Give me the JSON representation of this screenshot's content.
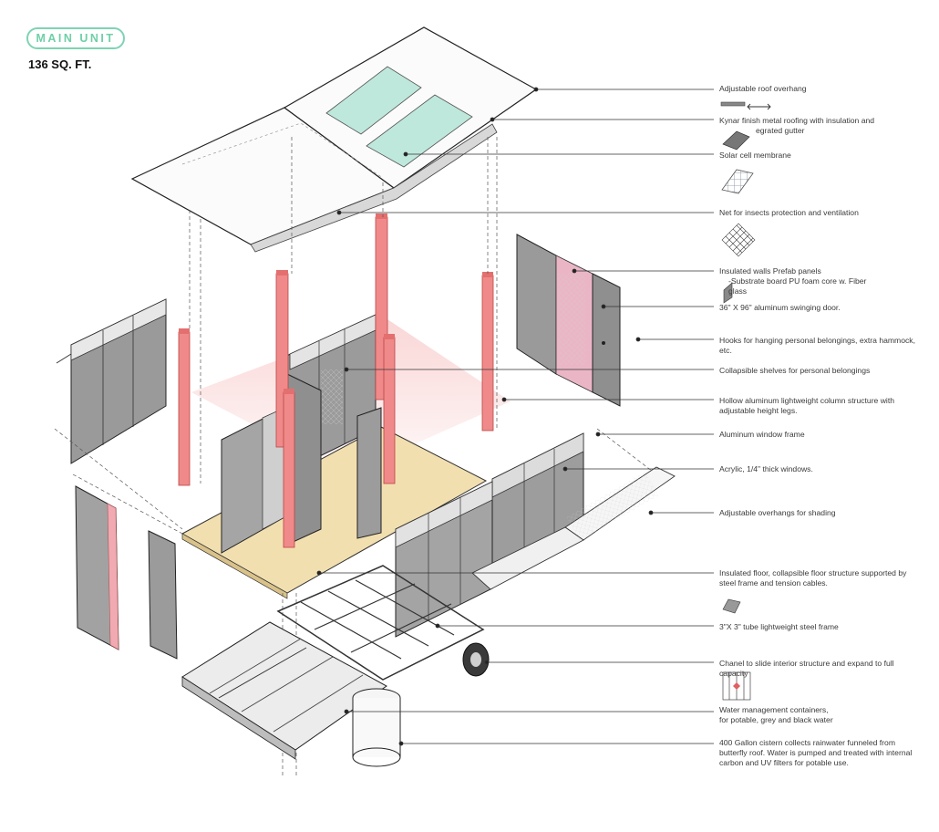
{
  "header": {
    "badge": "MAIN UNIT",
    "area": "136 SQ. FT."
  },
  "labels": [
    {
      "id": "roof-overhang",
      "lines": [
        "Adjustable roof overhang"
      ]
    },
    {
      "id": "kynar-roofing",
      "lines": [
        "Kynar finish metal roofing with insulation and",
        "egrated gutter"
      ]
    },
    {
      "id": "solar-membrane",
      "lines": [
        "Solar cell membrane"
      ]
    },
    {
      "id": "insect-net",
      "lines": [
        "Net for insects  protection and ventilation"
      ]
    },
    {
      "id": "insulated-walls",
      "lines": [
        "Insulated walls Prefab panels",
        "-Substrate board PU foam core w. Fiber",
        "glass"
      ]
    },
    {
      "id": "swing-door",
      "lines": [
        "36\" X 96\" aluminum swinging  door."
      ]
    },
    {
      "id": "hooks",
      "lines": [
        "Hooks for hanging personal belongings, extra hammock,",
        "etc."
      ]
    },
    {
      "id": "shelves",
      "lines": [
        "Collapsible shelves for personal belongings"
      ]
    },
    {
      "id": "columns",
      "lines": [
        "Hollow aluminum lightweight column structure with",
        "adjustable height legs."
      ]
    },
    {
      "id": "window-frame",
      "lines": [
        "Aluminum window frame"
      ]
    },
    {
      "id": "acrylic",
      "lines": [
        "Acrylic, 1/4\" thick windows."
      ]
    },
    {
      "id": "shading",
      "lines": [
        "Adjustable overhangs for shading"
      ]
    },
    {
      "id": "floor",
      "lines": [
        "Insulated floor, collapsible floor structure supported by",
        "steel frame and tension cables."
      ]
    },
    {
      "id": "steel-frame",
      "lines": [
        "3\"X 3\" tube lightweight steel frame"
      ]
    },
    {
      "id": "chanel",
      "lines": [
        "Chanel to slide interior structure and expand to full",
        "capacity"
      ]
    },
    {
      "id": "water-containers",
      "lines": [
        "Water management containers,",
        "for potable, grey and black water"
      ]
    },
    {
      "id": "cistern",
      "lines": [
        "400 Gallon cistern collects rainwater funneled from",
        "butterfly roof. Water is pumped and treated with internal",
        "carbon and UV filters for potable use."
      ]
    }
  ],
  "colors": {
    "badge": "#7fd3b3",
    "solar": "#bfe8dc",
    "column": "#f08a8a",
    "floor": "#f2dfb0",
    "panel": "#9a9a9a",
    "line": "#333333"
  }
}
